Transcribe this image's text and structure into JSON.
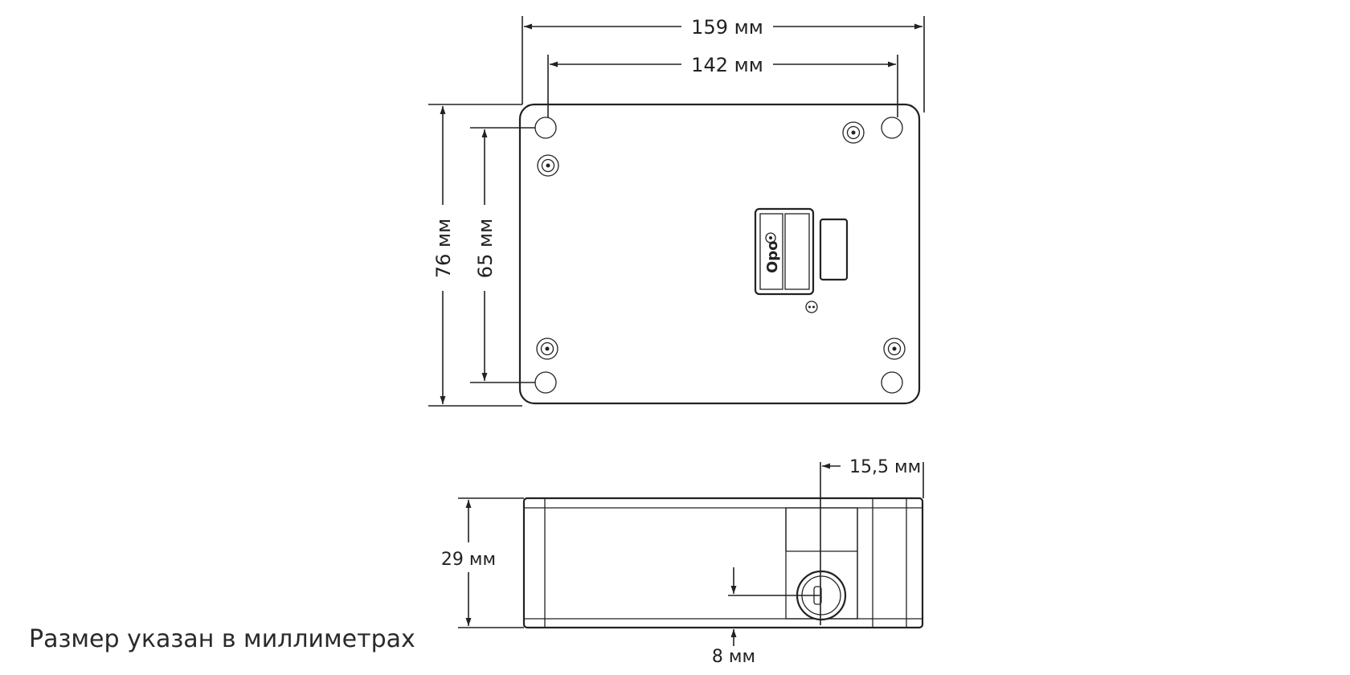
{
  "dimensions": {
    "width_outer": "159 мм",
    "width_holes": "142 мм",
    "height_outer": "76 мм",
    "height_holes": "65 мм",
    "key_offset": "15,5 мм",
    "depth": "29 мм",
    "key_height": "8 мм"
  },
  "logo_text": "Opo",
  "caption": "Размер указан в миллиметрах",
  "colors": {
    "line": "#222222",
    "background": "#ffffff"
  }
}
